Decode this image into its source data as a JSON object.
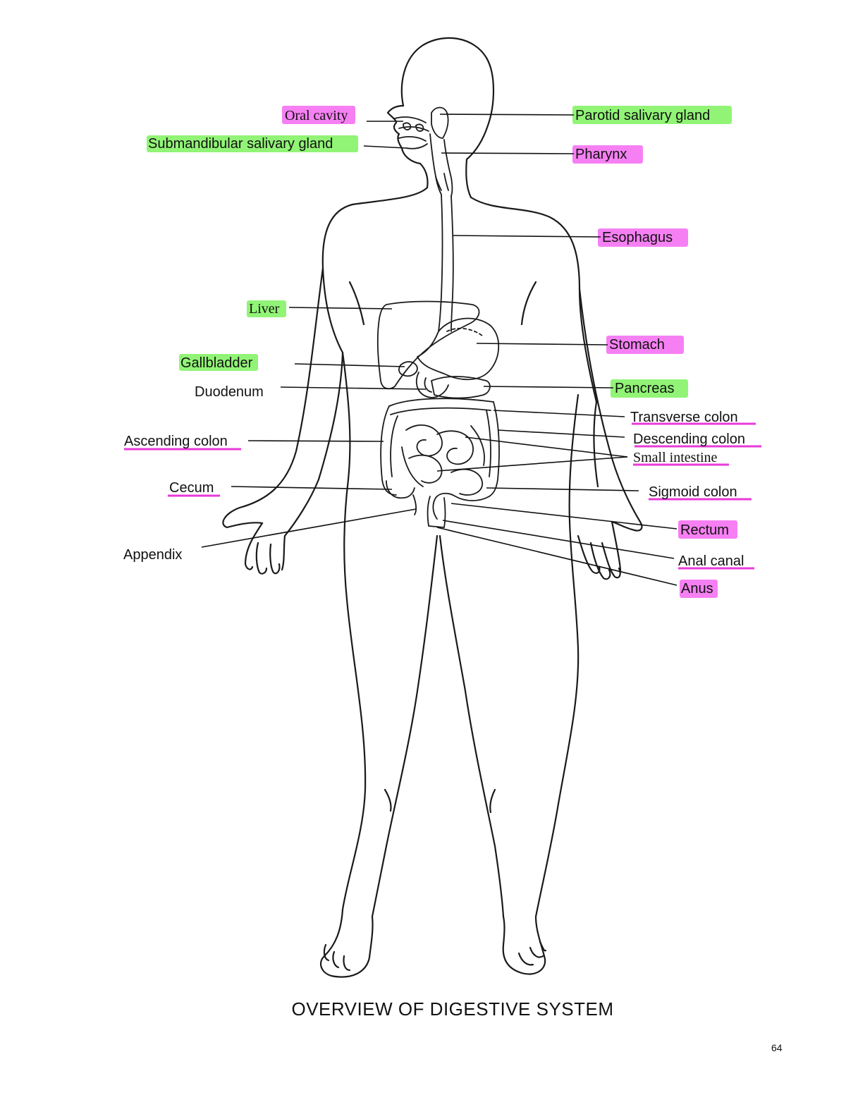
{
  "diagram": {
    "title": "OVERVIEW OF DIGESTIVE SYSTEM",
    "page_number": "64",
    "labels": {
      "oral_cavity": "Oral cavity",
      "submandibular": "Submandibular salivary gland",
      "parotid": "Parotid salivary gland",
      "pharynx": "Pharynx",
      "esophagus": "Esophagus",
      "liver": "Liver",
      "gallbladder": "Gallbladder",
      "duodenum": "Duodenum",
      "stomach": "Stomach",
      "pancreas": "Pancreas",
      "transverse_colon": "Transverse colon",
      "descending_colon": "Descending colon",
      "small_intestine": "Small intestine",
      "ascending_colon": "Ascending colon",
      "cecum": "Cecum",
      "sigmoid_colon": "Sigmoid colon",
      "appendix": "Appendix",
      "rectum": "Rectum",
      "anal_canal": "Anal canal",
      "anus": "Anus"
    },
    "highlight_colors": {
      "pink": "#f45cf0",
      "green": "#7ef25e"
    }
  }
}
